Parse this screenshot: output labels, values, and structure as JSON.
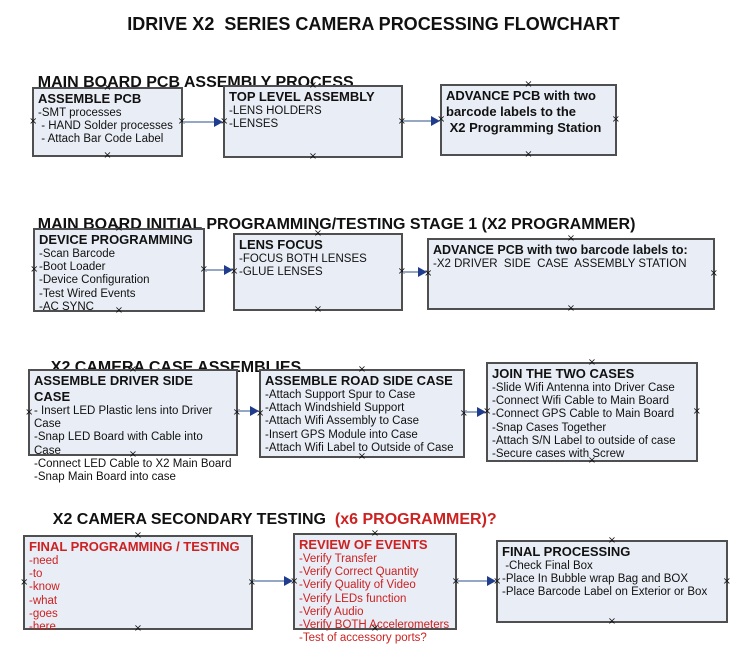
{
  "title": "IDRIVE X2  SERIES CAMERA PROCESSING FLOWCHART",
  "icons": {
    "anchor_mark": "×"
  },
  "colors": {
    "box_fill": "#e9edf5",
    "box_border": "#4f4f4f",
    "connector_line": "#94a8c6",
    "connector_arrowhead": "#1f3d8c",
    "red_text": "#cc2222",
    "black_text": "#111111"
  },
  "sections": [
    {
      "heading": "MAIN BOARD PCB ASSEMBLY PROCESS",
      "boxes": [
        {
          "title": "ASSEMBLE PCB",
          "items": [
            "-SMT processes",
            " - HAND Solder processes",
            " - Attach Bar Code Label"
          ]
        },
        {
          "title": "TOP LEVEL ASSEMBLY",
          "items": [
            "-LENS HOLDERS",
            "-LENSES"
          ]
        },
        {
          "title": "ADVANCE PCB with two\nbarcode labels to the\n X2 Programming Station",
          "items": []
        }
      ]
    },
    {
      "heading": "MAIN BOARD INITIAL PROGRAMMING/TESTING STAGE 1 (X2 PROGRAMMER)",
      "boxes": [
        {
          "title": "DEVICE PROGRAMMING",
          "items": [
            "-Scan Barcode",
            "-Boot Loader",
            "-Device Configuration",
            "-Test Wired Events",
            "-AC SYNC"
          ]
        },
        {
          "title": "LENS FOCUS",
          "items": [
            "-FOCUS BOTH LENSES",
            "-GLUE LENSES"
          ]
        },
        {
          "title": "ADVANCE PCB with two barcode labels to:",
          "items": [
            "-X2 DRIVER  SIDE  CASE  ASSEMBLY STATION"
          ]
        }
      ]
    },
    {
      "heading": "X2 CAMERA CASE ASSEMBLIES",
      "boxes": [
        {
          "title": "ASSEMBLE DRIVER SIDE CASE",
          "items": [
            "- Insert LED Plastic lens into Driver Case",
            "-Snap LED Board with Cable into Case",
            "-Connect LED Cable to X2 Main Board",
            "-Snap Main Board into case"
          ]
        },
        {
          "title": "ASSEMBLE ROAD SIDE CASE",
          "items": [
            "-Attach Support Spur to Case",
            "-Attach Windshield Support",
            "-Attach Wifi Assembly to Case",
            "-Insert GPS Module into Case",
            "-Attach Wifi Label to Outside of Case"
          ]
        },
        {
          "title": "JOIN THE TWO CASES",
          "items": [
            "-Slide Wifi Antenna into Driver Case",
            "-Connect Wifi Cable to Main Board",
            "-Connect GPS Cable to Main Board",
            "-Snap Cases Together",
            "-Attach S/N Label to outside of case",
            "-Secure cases with Screw"
          ]
        }
      ]
    },
    {
      "heading": "X2 CAMERA SECONDARY TESTING",
      "heading_suffix": "  (x6 PROGRAMMER)?",
      "boxes": [
        {
          "title": "FINAL PROGRAMMING / TESTING",
          "items": [
            "-need",
            "-to",
            "-know",
            "-what",
            "-goes",
            "-here"
          ]
        },
        {
          "title": "REVIEW OF EVENTS",
          "items": [
            "-Verify Transfer",
            "-Verify Correct Quantity",
            "-Verify Quality of Video",
            "-Verify LEDs function",
            "-Verify Audio",
            "-Verify BOTH Accelerometers",
            "-Test of accessory ports?"
          ]
        },
        {
          "title": "FINAL PROCESSING",
          "items": [
            " -Check Final Box",
            "-Place In Bubble wrap Bag and BOX",
            "-Place Barcode Label on Exterior or Box"
          ]
        }
      ]
    }
  ]
}
